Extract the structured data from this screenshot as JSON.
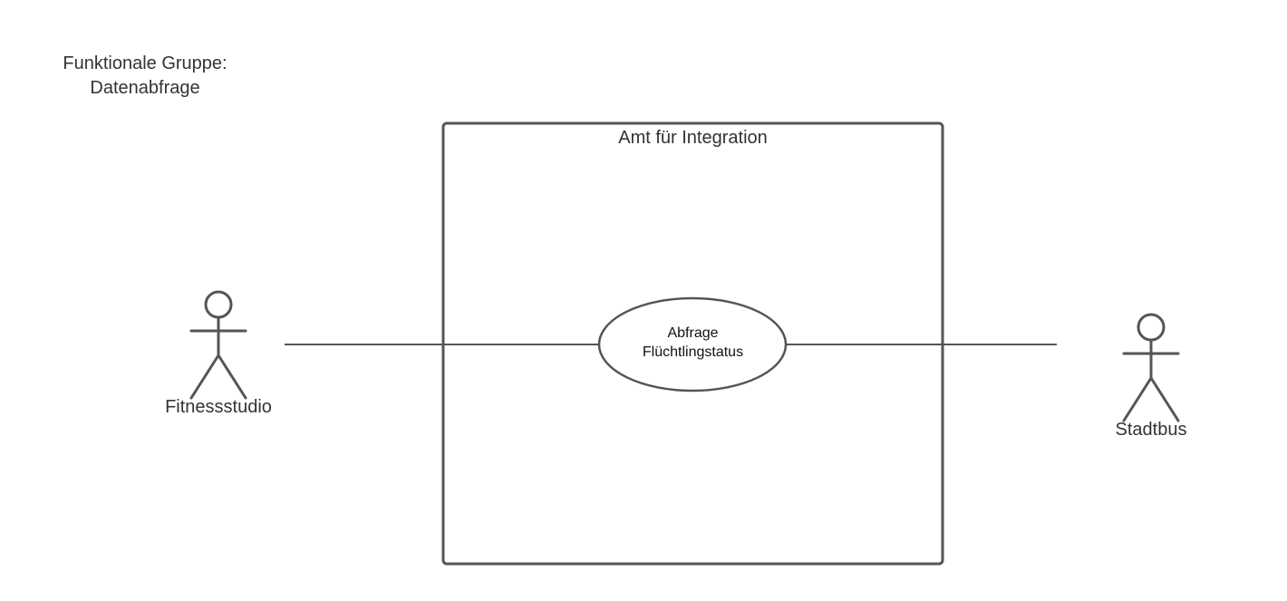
{
  "group": {
    "line1": "Funktionale Gruppe:",
    "line2": "Datenabfrage"
  },
  "system": {
    "title": "Amt für Integration"
  },
  "usecase": {
    "line1": "Abfrage",
    "line2": "Flüchtlingstatus"
  },
  "actors": {
    "left": {
      "label": "Fitnessstudio",
      "icon": "stick-figure-icon"
    },
    "right": {
      "label": "Stadtbus",
      "icon": "stick-figure-icon"
    }
  },
  "colors": {
    "stroke": "#555555",
    "text": "#333333",
    "background": "#ffffff"
  }
}
